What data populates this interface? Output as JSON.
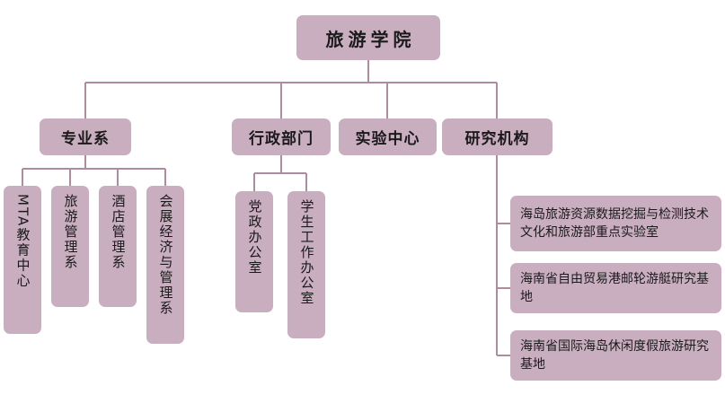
{
  "chart_data": {
    "type": "diagram",
    "diagram_type": "organizational-chart",
    "title": "旅游学院组织机构图",
    "orientation": "top-down",
    "node_fill_color": "#c9aec0",
    "connector_color": "#b08ba0",
    "background_color": "#ffffff",
    "text_color": "#1a1a1a",
    "nodes": [
      {
        "id": "root",
        "label": "旅游学院",
        "level": 1,
        "parent": null
      },
      {
        "id": "l2-1",
        "label": "专业系",
        "level": 2,
        "parent": "root"
      },
      {
        "id": "l2-2",
        "label": "行政部门",
        "level": 2,
        "parent": "root"
      },
      {
        "id": "l2-3",
        "label": "实验中心",
        "level": 2,
        "parent": "root"
      },
      {
        "id": "l2-4",
        "label": "研究机构",
        "level": 2,
        "parent": "root"
      },
      {
        "id": "d1",
        "label": "MTA教育中心",
        "level": 3,
        "parent": "l2-1",
        "text_direction": "vertical"
      },
      {
        "id": "d2",
        "label": "旅游管理系",
        "level": 3,
        "parent": "l2-1",
        "text_direction": "vertical"
      },
      {
        "id": "d3",
        "label": "酒店管理系",
        "level": 3,
        "parent": "l2-1",
        "text_direction": "vertical"
      },
      {
        "id": "d4",
        "label": "会展经济与管理系",
        "level": 3,
        "parent": "l2-1",
        "text_direction": "vertical"
      },
      {
        "id": "a1",
        "label": "党政办公室",
        "level": 3,
        "parent": "l2-2",
        "text_direction": "vertical"
      },
      {
        "id": "a2",
        "label": "学生工作办公室",
        "level": 3,
        "parent": "l2-2",
        "text_direction": "vertical"
      },
      {
        "id": "r1",
        "label": "海岛旅游资源数据挖掘与检测技术文化和旅游部重点实验室",
        "level": 3,
        "parent": "l2-4",
        "text_direction": "horizontal"
      },
      {
        "id": "r2",
        "label": "海南省自由贸易港邮轮游艇研究基地",
        "level": 3,
        "parent": "l2-4",
        "text_direction": "horizontal"
      },
      {
        "id": "r3",
        "label": "海南省国际海岛休闲度假旅游研究基地",
        "level": 3,
        "parent": "l2-4",
        "text_direction": "horizontal"
      }
    ],
    "edges": [
      {
        "from": "root",
        "to": "l2-1"
      },
      {
        "from": "root",
        "to": "l2-2"
      },
      {
        "from": "root",
        "to": "l2-3"
      },
      {
        "from": "root",
        "to": "l2-4"
      },
      {
        "from": "l2-1",
        "to": "d1"
      },
      {
        "from": "l2-1",
        "to": "d2"
      },
      {
        "from": "l2-1",
        "to": "d3"
      },
      {
        "from": "l2-1",
        "to": "d4"
      },
      {
        "from": "l2-2",
        "to": "a1"
      },
      {
        "from": "l2-2",
        "to": "a2"
      },
      {
        "from": "l2-4",
        "to": "r1"
      },
      {
        "from": "l2-4",
        "to": "r2"
      },
      {
        "from": "l2-4",
        "to": "r3"
      }
    ]
  },
  "root": {
    "label": "旅游学院"
  },
  "level2": {
    "departments_label": "专业系",
    "administration_label": "行政部门",
    "lab_center_label": "实验中心",
    "research_label": "研究机构"
  },
  "academic_departments": {
    "items": [
      {
        "label": "MTA教育中心"
      },
      {
        "label": "旅游管理系"
      },
      {
        "label": "酒店管理系"
      },
      {
        "label": "会展经济与管理系"
      }
    ]
  },
  "administration_offices": {
    "items": [
      {
        "label": "党政办公室"
      },
      {
        "label": "学生工作办公室"
      }
    ]
  },
  "research_institutes": {
    "items": [
      {
        "label": "海岛旅游资源数据挖掘与检测技术文化和旅游部重点实验室"
      },
      {
        "label": "海南省自由贸易港邮轮游艇研究基地"
      },
      {
        "label": "海南省国际海岛休闲度假旅游研究基地"
      }
    ]
  }
}
